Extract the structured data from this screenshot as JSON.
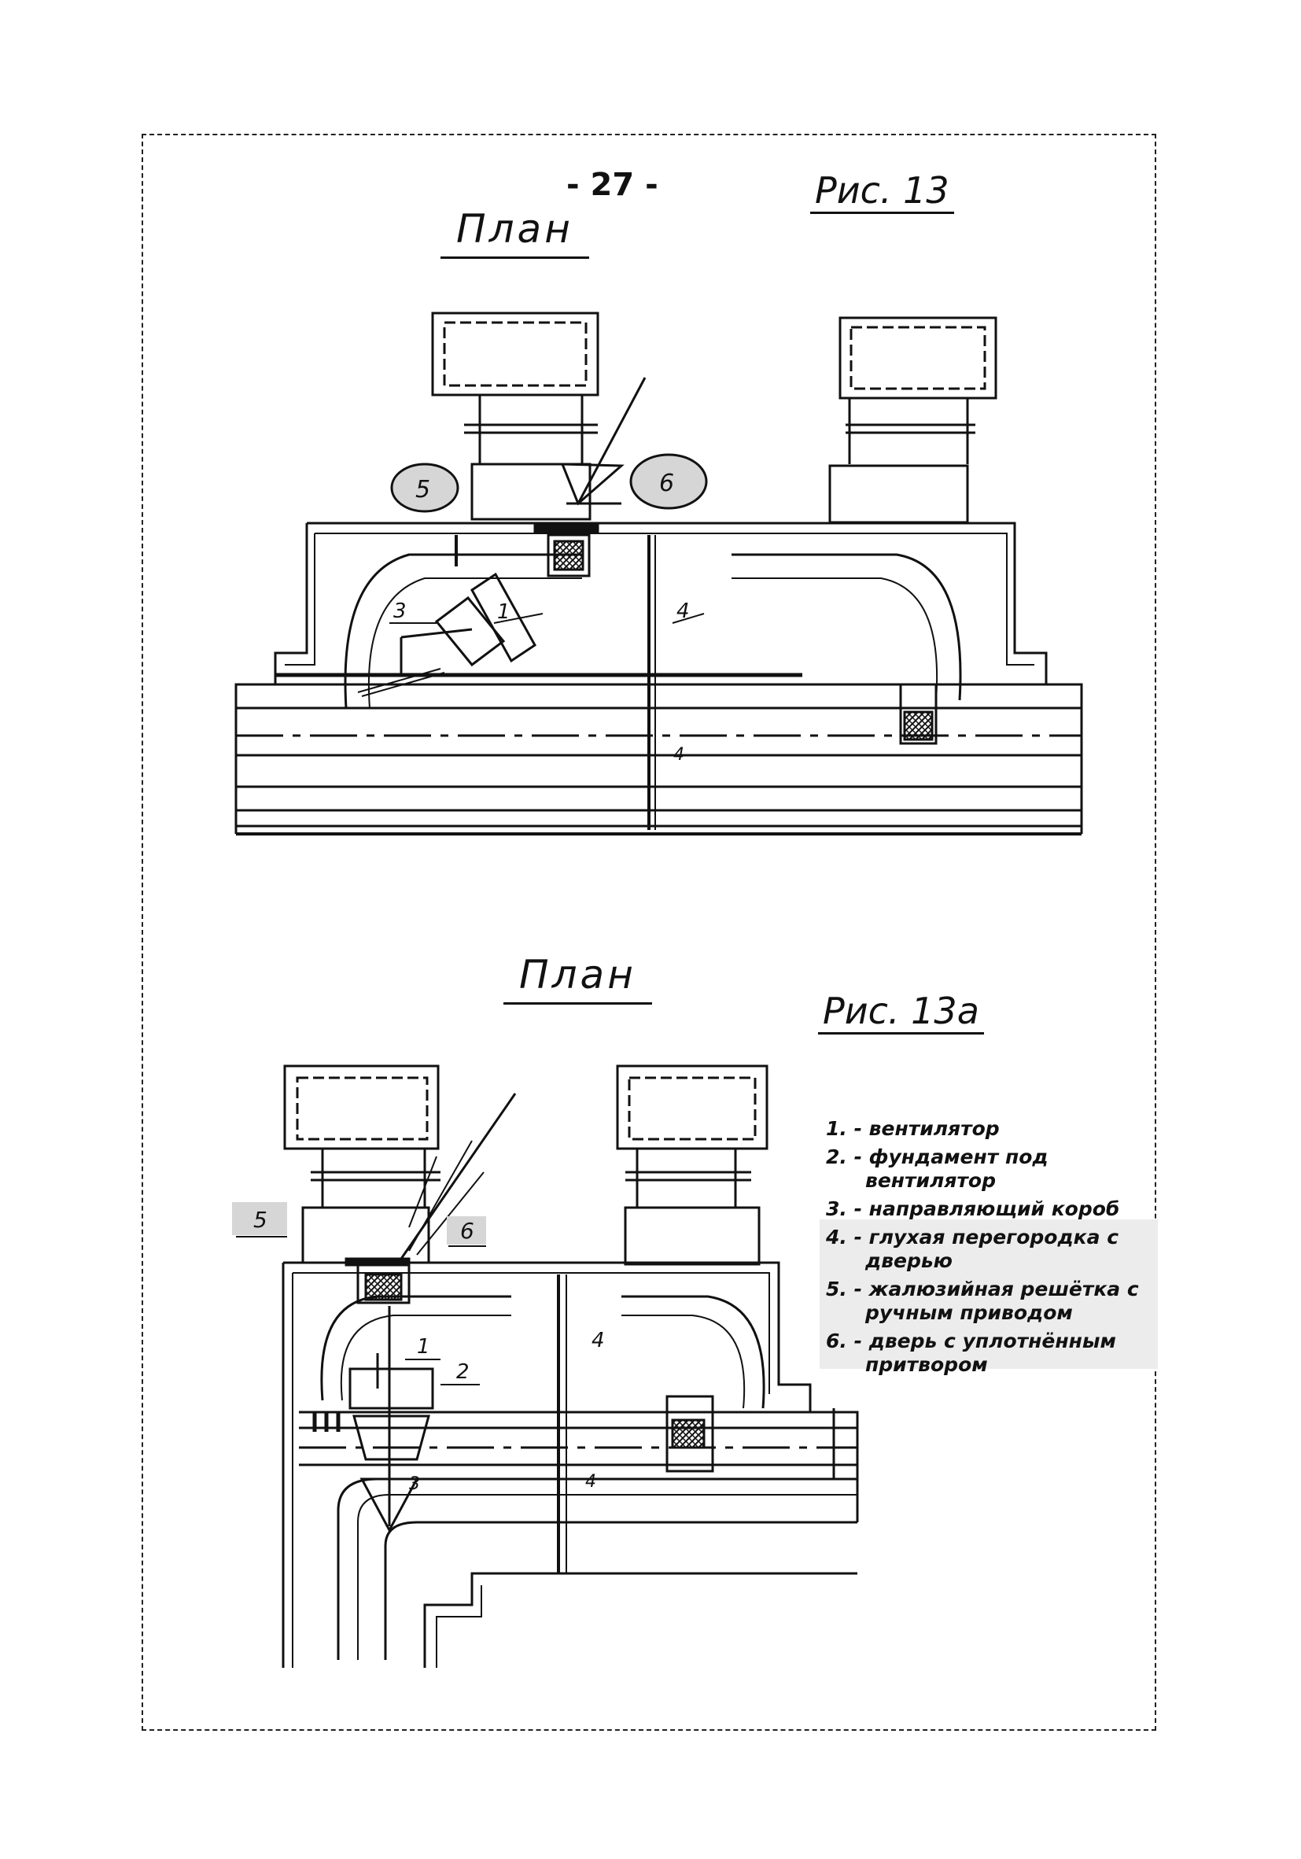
{
  "page": {
    "number": "- 27 -"
  },
  "figure1": {
    "label": "Рис. 13",
    "title": "План",
    "callouts": [
      "5",
      "6",
      "3",
      "1",
      "4",
      "4"
    ]
  },
  "figure2": {
    "label": "Рис. 13а",
    "title": "План",
    "callouts": [
      "5",
      "6",
      "1",
      "2",
      "3",
      "4",
      "4"
    ]
  },
  "legend": {
    "items": [
      {
        "label": "1. - вентилятор"
      },
      {
        "label": "2. - фундамент под вентилятор"
      },
      {
        "label": "3. - направляющий короб"
      },
      {
        "label": "4. - глухая перегородка с дверью"
      },
      {
        "label": "5. - жалюзийная решётка с ручным приводом"
      },
      {
        "label": "6. - дверь с уплотнённым притвором"
      }
    ]
  },
  "colors": {
    "ink": "#111111",
    "paper": "#ffffff",
    "smudge": "#cfcfcf"
  }
}
